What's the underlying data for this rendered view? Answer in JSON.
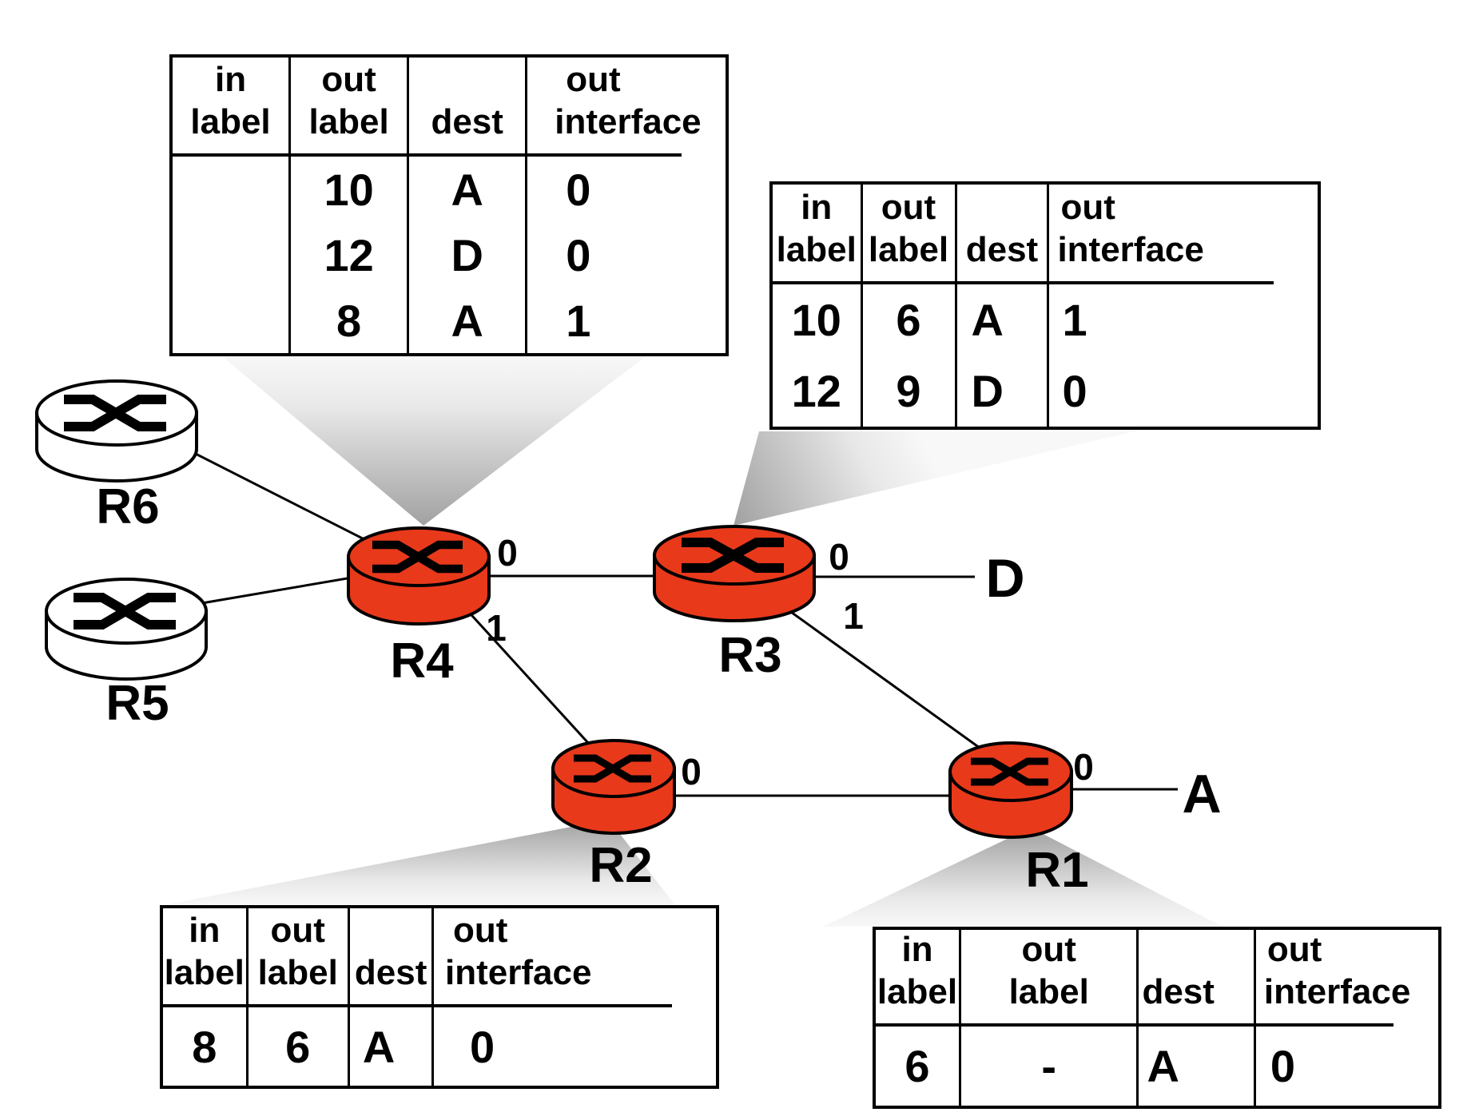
{
  "colors": {
    "router_red": "#e8391b",
    "router_white": "#ffffff",
    "outline_black": "#000000",
    "callout_gray": "#a8a8a8"
  },
  "routers": {
    "r1": {
      "label": "R1"
    },
    "r2": {
      "label": "R2"
    },
    "r3": {
      "label": "R3"
    },
    "r4": {
      "label": "R4"
    },
    "r5": {
      "label": "R5"
    },
    "r6": {
      "label": "R6"
    }
  },
  "destinations": {
    "a": {
      "label": "A"
    },
    "d": {
      "label": "D"
    }
  },
  "interfaces": {
    "r4_if0": "0",
    "r4_if1": "1",
    "r3_if0": "0",
    "r3_if1": "1",
    "r2_if0": "0",
    "r1_if0": "0"
  },
  "tables": {
    "r4": {
      "headers": {
        "col1_line1": "in",
        "col1_line2": "label",
        "col2_line1": "out",
        "col2_line2": "label",
        "col3": "dest",
        "col4_line1": "out",
        "col4_line2": "interface"
      },
      "rows": [
        [
          "",
          "10",
          "A",
          "0"
        ],
        [
          "",
          "12",
          "D",
          "0"
        ],
        [
          "",
          "8",
          "A",
          "1"
        ]
      ]
    },
    "r3": {
      "headers": {
        "col1_line1": "in",
        "col1_line2": "label",
        "col2_line1": "out",
        "col2_line2": "label",
        "col3": "dest",
        "col4_line1": "out",
        "col4_line2": "interface"
      },
      "rows": [
        [
          "10",
          "6",
          "A",
          "1"
        ],
        [
          "12",
          "9",
          "D",
          "0"
        ]
      ]
    },
    "r2": {
      "headers": {
        "col1_line1": "in",
        "col1_line2": "label",
        "col2_line1": "out",
        "col2_line2": "label",
        "col3": "dest",
        "col4_line1": "out",
        "col4_line2": "interface"
      },
      "rows": [
        [
          "8",
          "6",
          "A",
          "0"
        ]
      ]
    },
    "r1": {
      "headers": {
        "col1_line1": "in",
        "col1_line2": "label",
        "col2_line1": "out",
        "col2_line2": "label",
        "col3": "dest",
        "col4_line1": "out",
        "col4_line2": "interface"
      },
      "rows": [
        [
          "6",
          "-",
          "A",
          "0"
        ]
      ]
    }
  }
}
